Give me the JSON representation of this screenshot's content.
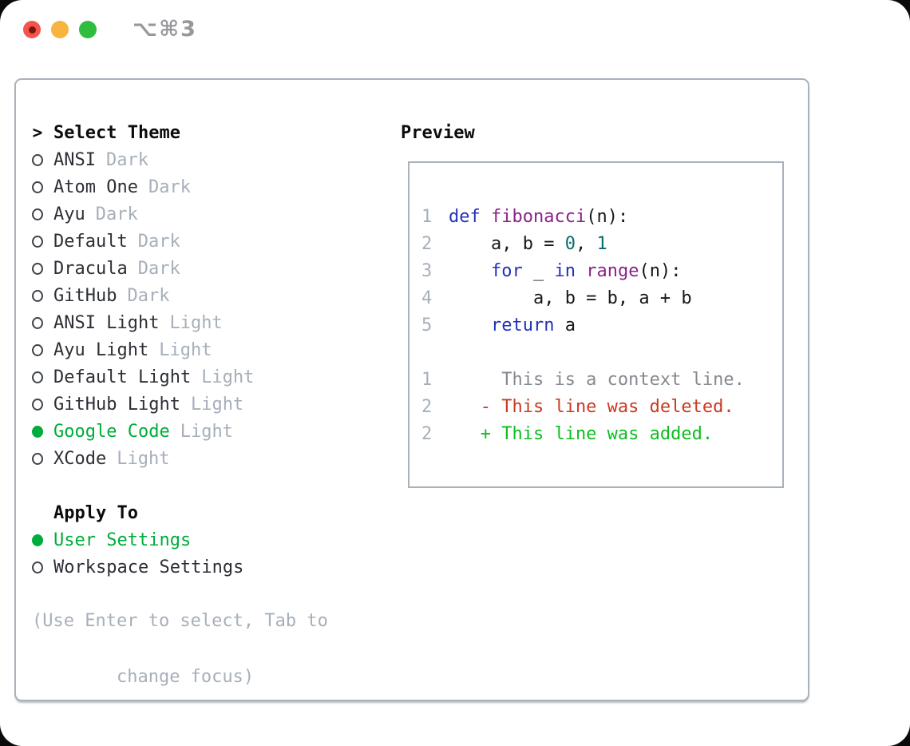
{
  "window": {
    "title": "⌥⌘3",
    "buttons": {
      "close": "close",
      "minimize": "minimize",
      "zoom": "zoom"
    }
  },
  "theme_panel": {
    "header_pointer": ">",
    "header": "Select Theme",
    "items": [
      {
        "name": "ANSI",
        "variant": "Dark",
        "selected": false
      },
      {
        "name": "Atom One",
        "variant": "Dark",
        "selected": false
      },
      {
        "name": "Ayu",
        "variant": "Dark",
        "selected": false
      },
      {
        "name": "Default",
        "variant": "Dark",
        "selected": false
      },
      {
        "name": "Dracula",
        "variant": "Dark",
        "selected": false
      },
      {
        "name": "GitHub",
        "variant": "Dark",
        "selected": false
      },
      {
        "name": "ANSI Light",
        "variant": "Light",
        "selected": false
      },
      {
        "name": "Ayu Light",
        "variant": "Light",
        "selected": false
      },
      {
        "name": "Default Light",
        "variant": "Light",
        "selected": false
      },
      {
        "name": "GitHub Light",
        "variant": "Light",
        "selected": false
      },
      {
        "name": "Google Code",
        "variant": "Light",
        "selected": true
      },
      {
        "name": "XCode",
        "variant": "Light",
        "selected": false
      }
    ],
    "apply_to": {
      "header": "Apply To",
      "options": [
        {
          "name": "User Settings",
          "selected": true
        },
        {
          "name": "Workspace Settings",
          "selected": false
        }
      ]
    },
    "hint_line1": "(Use Enter to select, Tab to",
    "hint_line2": "change focus)"
  },
  "preview": {
    "header": "Preview",
    "code_lines": [
      {
        "num": "1",
        "tokens": [
          [
            "kw",
            "def"
          ],
          [
            "pln",
            " "
          ],
          [
            "fn",
            "fibonacci"
          ],
          [
            "pln",
            "(n):"
          ]
        ]
      },
      {
        "num": "2",
        "tokens": [
          [
            "pln",
            "    a, b = "
          ],
          [
            "lit",
            "0"
          ],
          [
            "pln",
            ", "
          ],
          [
            "lit",
            "1"
          ]
        ]
      },
      {
        "num": "3",
        "tokens": [
          [
            "pln",
            "    "
          ],
          [
            "kw",
            "for"
          ],
          [
            "pln",
            " _ "
          ],
          [
            "kw",
            "in"
          ],
          [
            "pln",
            " "
          ],
          [
            "fn",
            "range"
          ],
          [
            "pln",
            "(n):"
          ]
        ]
      },
      {
        "num": "4",
        "tokens": [
          [
            "pln",
            "        a, b = b, a + b"
          ]
        ]
      },
      {
        "num": "5",
        "tokens": [
          [
            "pln",
            "    "
          ],
          [
            "kw",
            "return"
          ],
          [
            "pln",
            " a"
          ]
        ]
      }
    ],
    "diff_lines": [
      {
        "num": "1",
        "kind": "ctx",
        "text": "     This is a context line."
      },
      {
        "num": "2",
        "kind": "del",
        "text": "   - This line was deleted."
      },
      {
        "num": "2",
        "kind": "add",
        "text": "   + This line was added."
      }
    ]
  },
  "colors": {
    "select_green": "#00ad3c",
    "diff_green": "#0cbe1e",
    "diff_red": "#c93a20",
    "diff_context_gray": "#85898f",
    "kw_blue": "#2231b8",
    "fn_purple": "#8b218b",
    "lit_teal": "#0d6a6a",
    "code_plain": "#17181c",
    "muted_gray": "#a6afba",
    "line_number_gray": "#a6afba",
    "border_gray": "#a9b1ba",
    "title_gray": "#96989b",
    "traffic_red": "#f4544c",
    "traffic_red_dot": "#7d150e",
    "traffic_yellow": "#f7b43e",
    "traffic_green": "#30bd3f"
  }
}
